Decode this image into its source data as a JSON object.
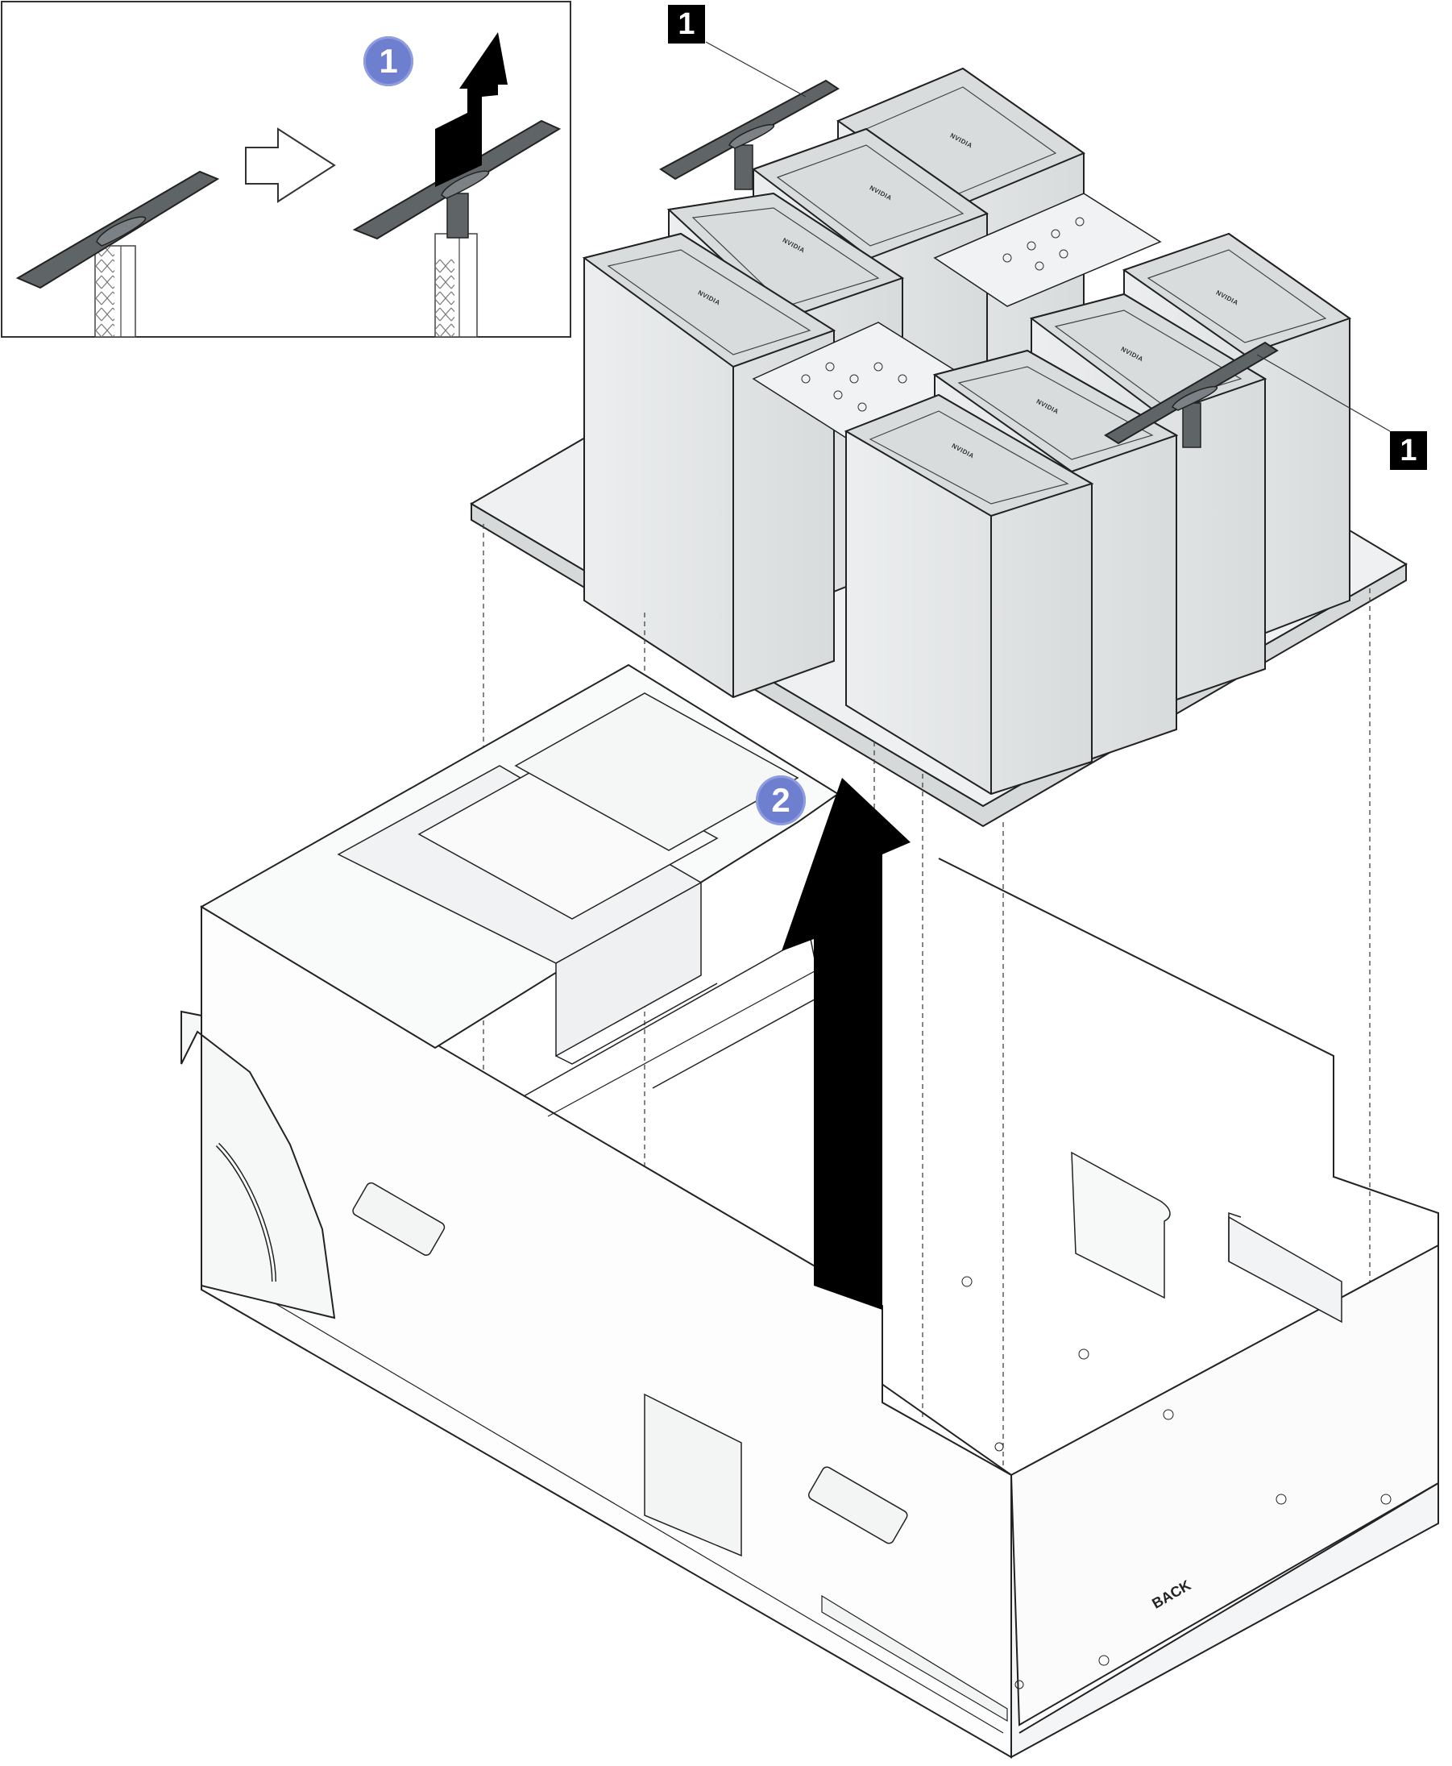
{
  "callouts": {
    "handle_top": "1",
    "handle_right": "1"
  },
  "steps": {
    "step_1": "1",
    "step_2": "2"
  },
  "chassis": {
    "back_label": "BACK"
  },
  "gpu_brand": "NVIDIA",
  "colors": {
    "step_badge": "#6f7fcf",
    "callout_box": "#000000",
    "handle": "#5f6466",
    "module_fill": "#e4e6e7",
    "outline": "#222222"
  }
}
